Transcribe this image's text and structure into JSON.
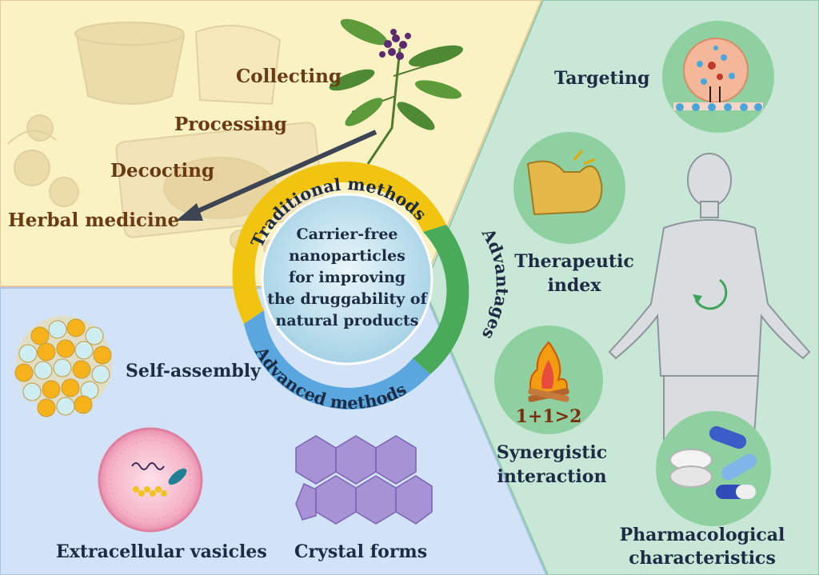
{
  "colors": {
    "traditional_panel": "#fbf2c4",
    "advanced_panel": "#d3e3f7",
    "advantages_panel": "#c8e7d6",
    "ring_traditional": "#f1c40f",
    "ring_advantages": "#49ab5a",
    "ring_advanced": "#5aa7df",
    "center_fill": "#b8dcec",
    "traditional_text": "#6b3a12",
    "dark_text": "#1d2c44"
  },
  "center": {
    "lines": [
      "Carrier-free",
      "nanoparticles",
      "for improving",
      "the druggability of",
      "natural products"
    ]
  },
  "ring": {
    "traditional": "Traditional methods",
    "advantages": "Advantages",
    "advanced": "Advanced methods"
  },
  "traditional": {
    "steps": [
      "Collecting",
      "Processing",
      "Decocting",
      "Herbal medicine"
    ]
  },
  "advanced": {
    "self_assembly": "Self-assembly",
    "vesicles": "Extracellular vasicles",
    "crystal": "Crystal forms"
  },
  "advantages": {
    "targeting": "Targeting",
    "therapeutic": [
      "Therapeutic",
      "index"
    ],
    "synergy_formula": "1+1>2",
    "synergy": [
      "Synergistic",
      "interaction"
    ],
    "pharma": [
      "Pharmacological",
      "characteristics"
    ]
  }
}
